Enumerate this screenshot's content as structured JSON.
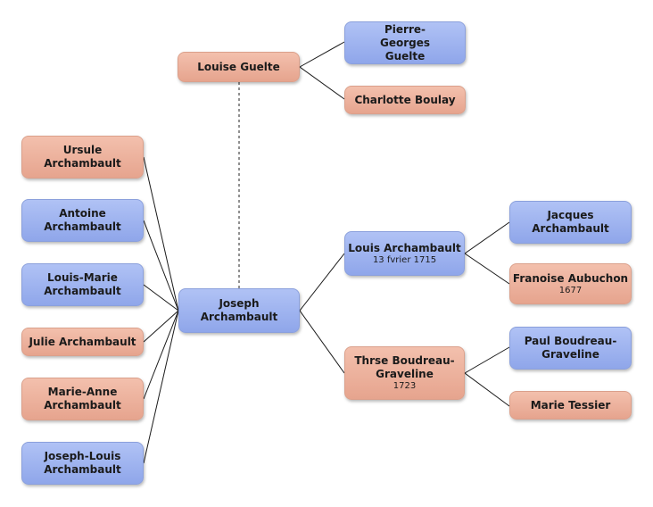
{
  "people": {
    "joseph": {
      "name": "Joseph Archambault",
      "date": "",
      "sex": "male"
    },
    "louise_guelte": {
      "name": "Louise Guelte",
      "date": "",
      "sex": "female"
    },
    "pierre_georges": {
      "name": "Pierre-Georges Guelte",
      "date": "",
      "sex": "male"
    },
    "charlotte": {
      "name": "Charlotte Boulay",
      "date": "",
      "sex": "female"
    },
    "ursule": {
      "name": "Ursule Archambault",
      "date": "",
      "sex": "female"
    },
    "antoine": {
      "name": "Antoine Archambault",
      "date": "",
      "sex": "male"
    },
    "louis_marie": {
      "name": "Louis-Marie Archambault",
      "date": "",
      "sex": "male"
    },
    "julie": {
      "name": "Julie Archambault",
      "date": "",
      "sex": "female"
    },
    "marie_anne": {
      "name": "Marie-Anne Archambault",
      "date": "",
      "sex": "female"
    },
    "joseph_louis": {
      "name": "Joseph-Louis Archambault",
      "date": "",
      "sex": "male"
    },
    "louis_arch": {
      "name": "Louis Archambault",
      "date": "13 fvrier 1715",
      "sex": "male"
    },
    "therese": {
      "name": "Thrse Boudreau-Graveline",
      "date": "1723",
      "sex": "female"
    },
    "jacques": {
      "name": "Jacques Archambault",
      "date": "",
      "sex": "male"
    },
    "francoise": {
      "name": "Franoise Aubuchon",
      "date": "1677",
      "sex": "female"
    },
    "paul": {
      "name": "Paul Boudreau-Graveline",
      "date": "",
      "sex": "male"
    },
    "marie_tessier": {
      "name": "Marie Tessier",
      "date": "",
      "sex": "female"
    }
  },
  "colors": {
    "male": "#9bb0ee",
    "female": "#eeb29c",
    "line": "#1a1a1a"
  }
}
